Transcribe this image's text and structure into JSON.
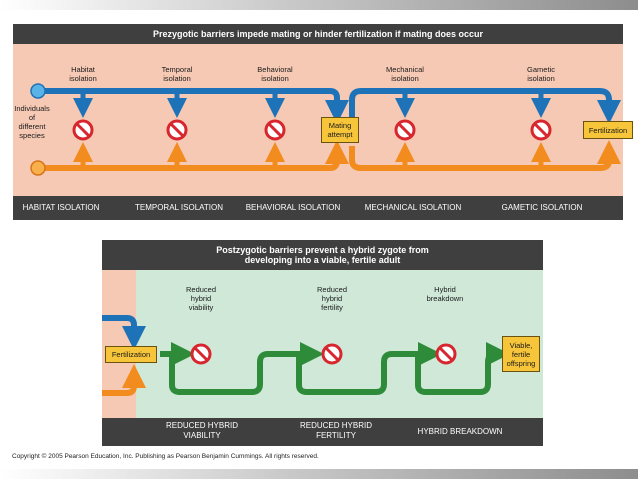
{
  "prezygotic": {
    "title": "Prezygotic barriers impede mating or hinder fertilization if mating does occur",
    "individuals_label": "Individuals\nof\ndifferent\nspecies",
    "barriers": [
      {
        "label": "Habitat\nisolation"
      },
      {
        "label": "Temporal\nisolation"
      },
      {
        "label": "Behavioral\nisolation"
      },
      {
        "label": "Mechanical\nisolation"
      },
      {
        "label": "Gametic\nisolation"
      }
    ],
    "mating_box": "Mating\nattempt",
    "fertilization_box": "Fertilization",
    "footer": [
      "HABITAT ISOLATION",
      "TEMPORAL ISOLATION",
      "BEHAVIORAL ISOLATION",
      "MECHANICAL ISOLATION",
      "GAMETIC ISOLATION"
    ]
  },
  "postzygotic": {
    "title_line1": "Postzygotic barriers prevent a hybrid zygote from",
    "title_line2": "developing into a viable, fertile adult",
    "barriers": [
      {
        "label": "Reduced\nhybrid\nviability"
      },
      {
        "label": "Reduced\nhybrid\nfertility"
      },
      {
        "label": "Hybrid\nbreakdown"
      }
    ],
    "fertilization_box": "Fertilization",
    "offspring_box": "Viable,\nfertile\noffspring",
    "footer": [
      "REDUCED HYBRID\nVIABILITY",
      "REDUCED HYBRID\nFERTILITY",
      "HYBRID BREAKDOWN"
    ]
  },
  "copyright": "Copyright © 2005 Pearson Education, Inc. Publishing as Pearson Benjamin Cummings. All rights reserved.",
  "colors": {
    "header": "#3f3f3f",
    "pink_zone": "#f6c9b4",
    "green_zone": "#cfe8d8",
    "blue_arrow": "#1e73b8",
    "orange_arrow": "#f28c1e",
    "green_arrow": "#2e8b3a",
    "box_fill": "#f7c53a",
    "stop_red": "#d7262e"
  }
}
